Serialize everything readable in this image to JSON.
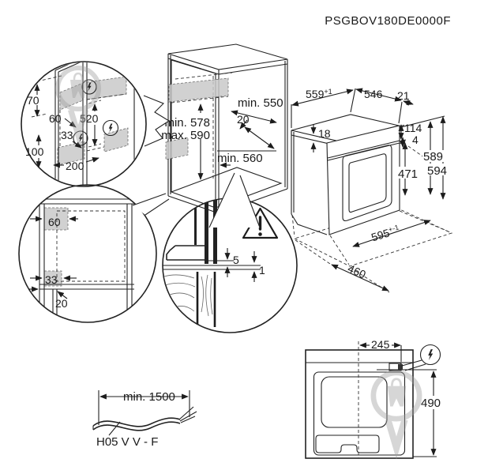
{
  "product_code": "PSGBOV180DE0000F",
  "electrical_detail": {
    "dim_70": "70",
    "dim_60": "60",
    "dim_520": "520",
    "dim_33": "33",
    "dim_100": "100",
    "dim_200": "200"
  },
  "niche": {
    "min_depth_top": "min. 550",
    "rear_gap": "20",
    "min_height": "min. 578",
    "max_height": "max. 590",
    "min_depth_bottom": "min. 560"
  },
  "front_detail": {
    "dim_60": "60",
    "dim_33": "33",
    "dim_20": "20"
  },
  "section_detail": {
    "dim_5": "5",
    "dim_1": "1"
  },
  "oven": {
    "width": "559",
    "width_tol": "+1",
    "depth": "546",
    "door_depth": "21",
    "top_inset": "18",
    "panel_height": "114",
    "gap": "4",
    "height_a": "589",
    "height_b": "594",
    "door_height": "471",
    "front_width": "595",
    "front_width_tol": "+-1",
    "bottom_depth": "460"
  },
  "cable": {
    "min_length": "min. 1500",
    "type": "H05 V V - F"
  },
  "rear_view": {
    "connection_offset": "245",
    "connection_height": "490"
  },
  "colors": {
    "line": "#222222",
    "zone": "#c9c9c9",
    "watermark": "#a0a0a0"
  }
}
